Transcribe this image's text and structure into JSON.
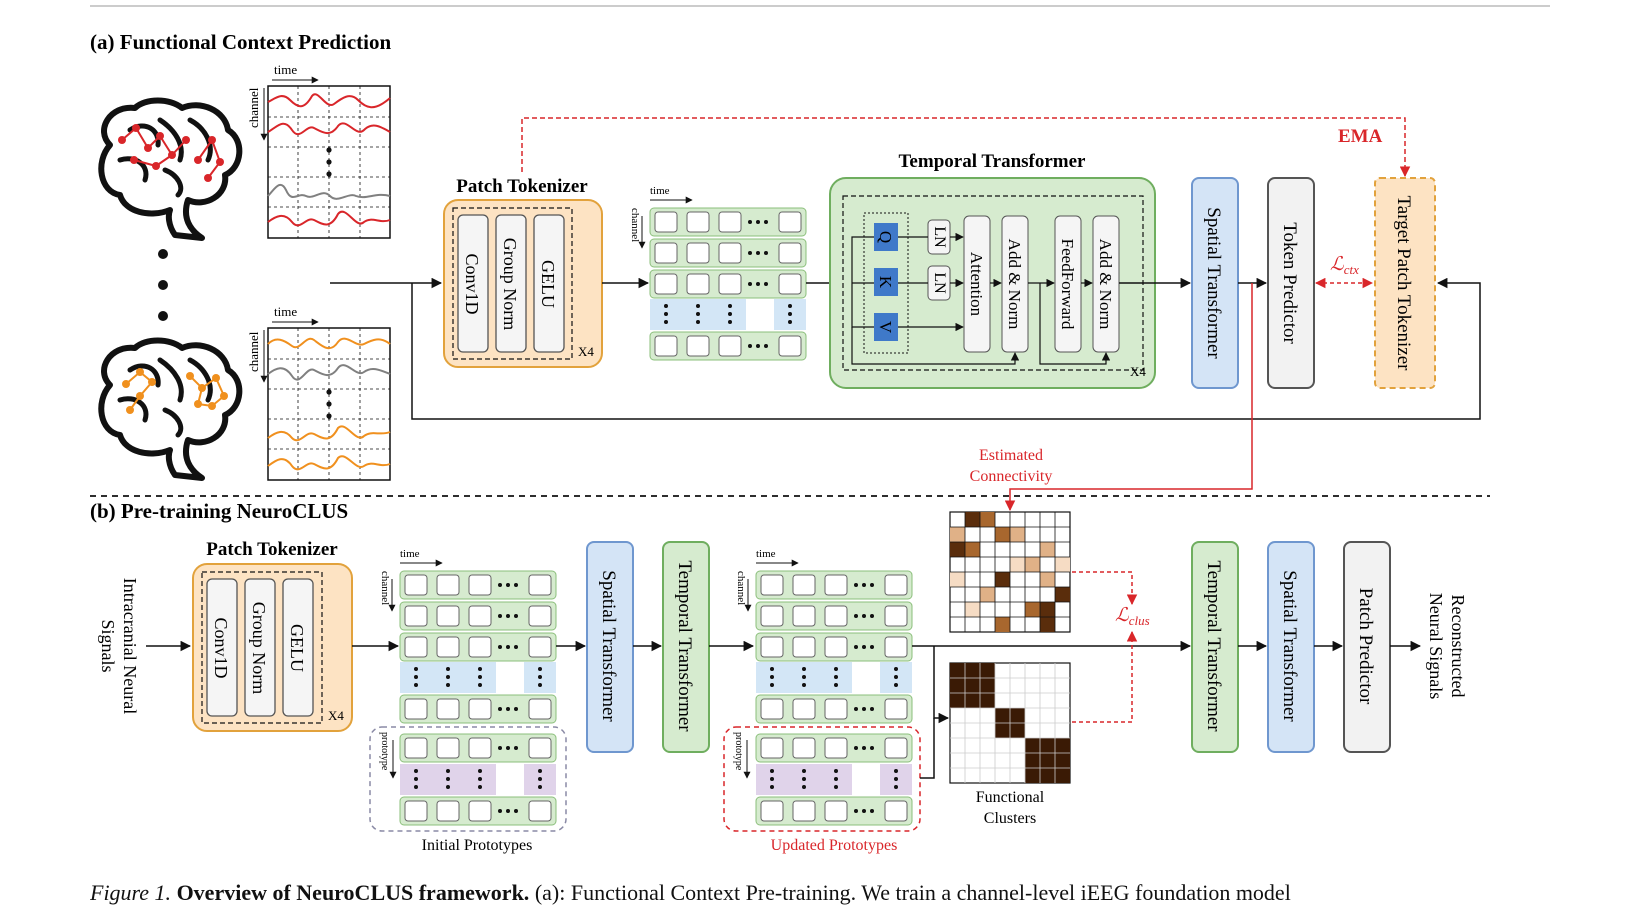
{
  "section_a": {
    "title": "(a) Functional Context Prediction",
    "time_label": "time",
    "channel_label": "channel",
    "patch_tokenizer": {
      "title": "Patch Tokenizer",
      "layers": [
        "Conv1D",
        "Group Norm",
        "GELU"
      ],
      "repeat": "X4"
    },
    "temporal_transformer": {
      "title": "Temporal Transformer",
      "q": "Q",
      "k": "K",
      "v": "V",
      "ln": "LN",
      "attention": "Attention",
      "add_norm": "Add & Norm",
      "feedforward": "FeedForward",
      "repeat": "X4"
    },
    "spatial_transformer": "Spatial Transformer",
    "token_predictor": "Token Predictor",
    "target_tokenizer": "Target Patch Tokenizer",
    "ema": "EMA",
    "loss_ctx": "ℒ",
    "loss_ctx_sub": "ctx",
    "estimated_connectivity": [
      "Estimated",
      "Connectivity"
    ]
  },
  "section_b": {
    "title": "(b) Pre-training NeuroCLUS",
    "input_label": [
      "Intracranial Neural",
      "Signals"
    ],
    "patch_tokenizer": {
      "title": "Patch Tokenizer",
      "layers": [
        "Conv1D",
        "Group Norm",
        "GELU"
      ],
      "repeat": "X4"
    },
    "time_label": "time",
    "channel_label": "channel",
    "prototype_label": "prototype",
    "initial_prototypes": "Initial Prototypes",
    "updated_prototypes": "Updated Prototypes",
    "spatial_transformer": "Spatial Transformer",
    "temporal_transformer": "Temporal Transformer",
    "loss_clus": "ℒ",
    "loss_clus_sub": "clus",
    "functional_clusters": [
      "Functional",
      "Clusters"
    ],
    "patch_predictor": "Patch Predictor",
    "output_label": [
      "Reconstructed",
      "Neural Signals"
    ]
  },
  "caption": {
    "fig": "Figure 1.",
    "title": "Overview of NeuroCLUS framework.",
    "text": "(a): Functional Context Pre-training. We train a channel-level iEEG foundation model"
  },
  "colors": {
    "tokenizer_fill": "#fde3c3",
    "tokenizer_stroke": "#e2a23c",
    "temporal_fill": "#d6ebcf",
    "temporal_stroke": "#6fae5f",
    "spatial_fill": "#d4e4f6",
    "spatial_stroke": "#6f97cf",
    "predictor_fill": "#f2f2f2",
    "predictor_stroke": "#555555",
    "qkv_fill": "#3f79c9",
    "red": "#d9262a",
    "orange": "#f0901e",
    "proto_fill": "#e0d3ea",
    "cluster_dark": "#3a1a05"
  }
}
